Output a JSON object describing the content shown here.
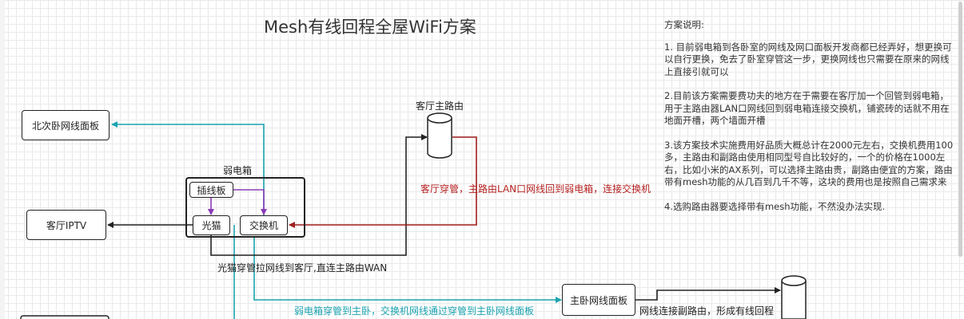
{
  "title": "Mesh有线回程全屋WiFi方案",
  "notes": {
    "heading": "方案说明:",
    "paragraphs": [
      "1. 目前弱电箱到各卧室的网线及网口面板开发商都已经弄好，想更换可以自行更换，免去了卧室穿管这一步，更换网线也只需要在原来的网线上直接引就可以",
      "2.目前该方案需要费功夫的地方在于需要在客厅加一个回管到弱电箱，用于主路由器LAN口网线回到弱电箱连接交换机，铺瓷砖的话就不用在地面开槽，两个墙面开槽",
      "3.该方案技术实施费用好品质大概总计在2000元左右，交换机费用100多，主路由和副路由使用相同型号自比较好的，一个的价格在1000左右，比如小米的AX系列，可以选择主路由贵，副路由便宜的方案，路由带有mesh功能的从几百到几千不等，这块的费用也是按照自己需求来",
      "4.选购路由器要选择带有mesh功能，不然没办法实现."
    ]
  },
  "nodes": {
    "north_room": "北次卧网线面板",
    "living_iptv": "客厅IPTV",
    "weak_box": "弱电箱",
    "patch_panel": "插线板",
    "modem": "光猫",
    "switch": "交换机",
    "main_router": "客厅主路由",
    "master_panel": "主卧网线面板"
  },
  "edge_labels": {
    "red_route": "客厅穿管，主路由LAN口网线回到弱电箱，连接交换机",
    "modem_wan": "光猫穿管拉网线到客厅,直连主路由WAN",
    "teal_master": "弱电箱穿管到主卧，交换机网线通过穿管到主卧网线面板",
    "sub_router": "网线连接副路由，形成有线回程"
  },
  "colors": {
    "teal": "#1aa3b0",
    "red": "#a11d1d",
    "purple": "#8a3bb8",
    "black": "#222222"
  }
}
